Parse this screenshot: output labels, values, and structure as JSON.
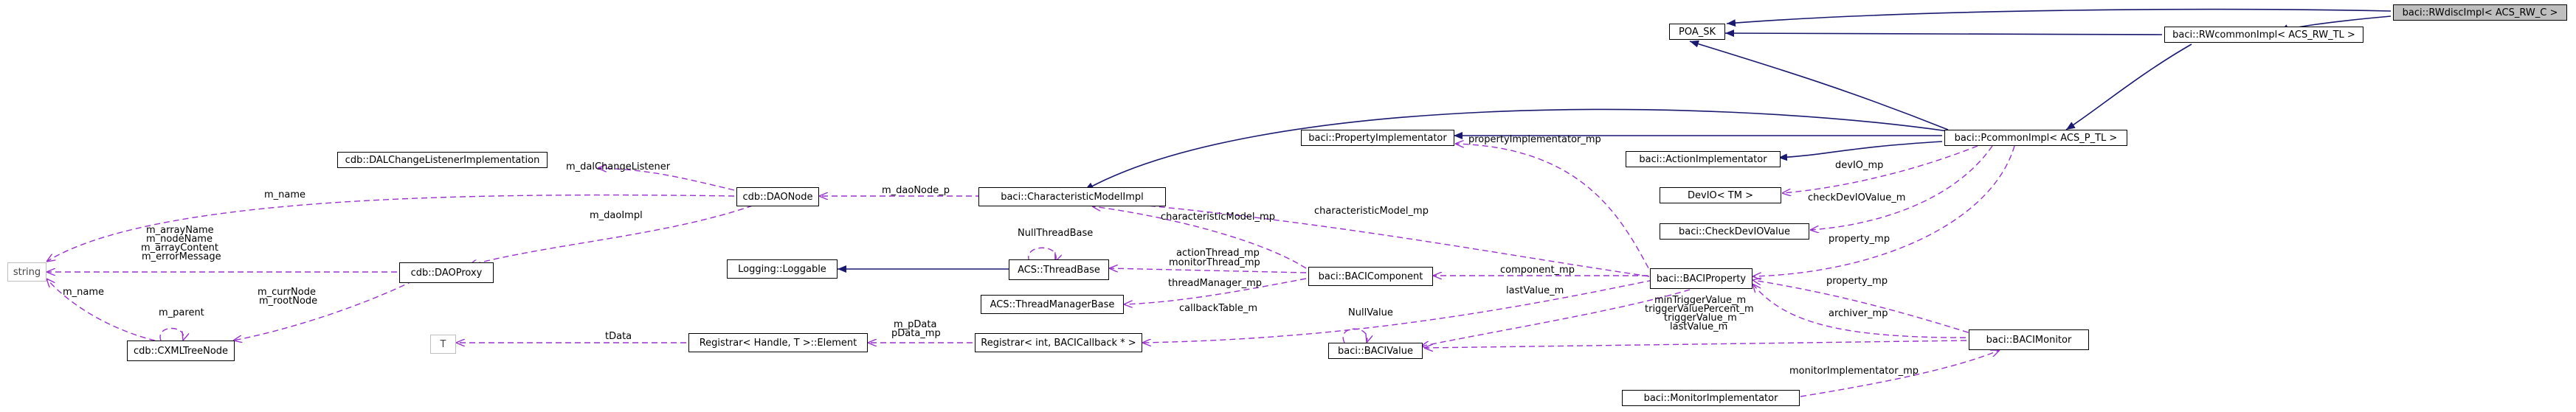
{
  "nodes": {
    "rwdiscimpl": "baci::RWdiscImpl< ACS_RW_C >",
    "poa_sk": "POA_SK",
    "rwcommonimpl": "baci::RWcommonImpl< ACS_RW_TL >",
    "pcommonimpl": "baci::PcommonImpl< ACS_P_TL >",
    "propertyimplementator": "baci::PropertyImplementator",
    "actionimplementator": "baci::ActionImplementator",
    "devio": "DevIO< TM >",
    "checkdeviovalue": "baci::CheckDevIOValue",
    "baciproperty": "baci::BACIProperty",
    "bacimonitor": "baci::BACIMonitor",
    "monitorimplementator": "baci::MonitorImplementator",
    "characteristicmodelimpl": "baci::CharacteristicModelImpl",
    "dalchangelistener": "cdb::DALChangeListenerImplementation",
    "daonode": "cdb::DAONode",
    "daoproxy": "cdb::DAOProxy",
    "string": "string",
    "cxmltreenode": "cdb::CXMLTreeNode",
    "loggable": "Logging::Loggable",
    "threadbase": "ACS::ThreadBase",
    "threadmanagerbase": "ACS::ThreadManagerBase",
    "bacicomponent": "baci::BACIComponent",
    "bacivalue": "baci::BACIValue",
    "t": "T",
    "registrar_element": "Registrar< Handle, T >::Element",
    "registrar_int": "Registrar< int, BACICallback * >"
  },
  "edge_labels": {
    "propertyimplementator_mp": "propertyImplementator_mp",
    "devio_mp": "devIO_mp",
    "checkdeviovalue_m": "checkDevIOValue_m",
    "property_mp_1": "property_mp",
    "characteristicmodel_mp_1": "characteristicModel_mp",
    "component_mp": "component_mp",
    "property_mp_2": "property_mp",
    "archiver_mp": "archiver_mp",
    "lastvalue_m_1": "lastValue_m",
    "mintriggervalue_m": "minTriggerValue_m",
    "triggervaluepercent_m": "triggerValuePercent_m",
    "triggervalue_m": "triggerValue_m",
    "lastvalue_m_2": "lastValue_m",
    "nullvalue": "NullValue",
    "monitorimplementator_mp": "monitorImplementator_mp",
    "m_daonode_p": "m_daoNode_p",
    "characteristicmodel_mp_2": "characteristicModel_mp",
    "m_dalchangelistener": "m_dalChangeListener",
    "m_name_1": "m_name",
    "m_daoimpl": "m_daoImpl",
    "m_arrayname": "m_arrayName",
    "m_nodename": "m_nodeName",
    "m_arraycontent": "m_arrayContent",
    "m_errormessage": "m_errorMessage",
    "m_name_2": "m_name",
    "m_parent": "m_parent",
    "m_currnode": "m_currNode",
    "m_rootnode": "m_rootNode",
    "nullthreadbase": "NullThreadBase",
    "actionthread_mp": "actionThread_mp",
    "monitorthread_mp": "monitorThread_mp",
    "threadmanager_mp": "threadManager_mp",
    "callbacktable_m": "callbackTable_m",
    "m_pdata": "m_pData",
    "pdata_mp": "pData_mp",
    "tdata": "tData"
  },
  "colors": {
    "inheritance": "#191970",
    "usage": "#9a32cd",
    "node_border": "#000000",
    "focus_fill": "#bfbfbf",
    "gray_border": "#bfbfbf"
  }
}
